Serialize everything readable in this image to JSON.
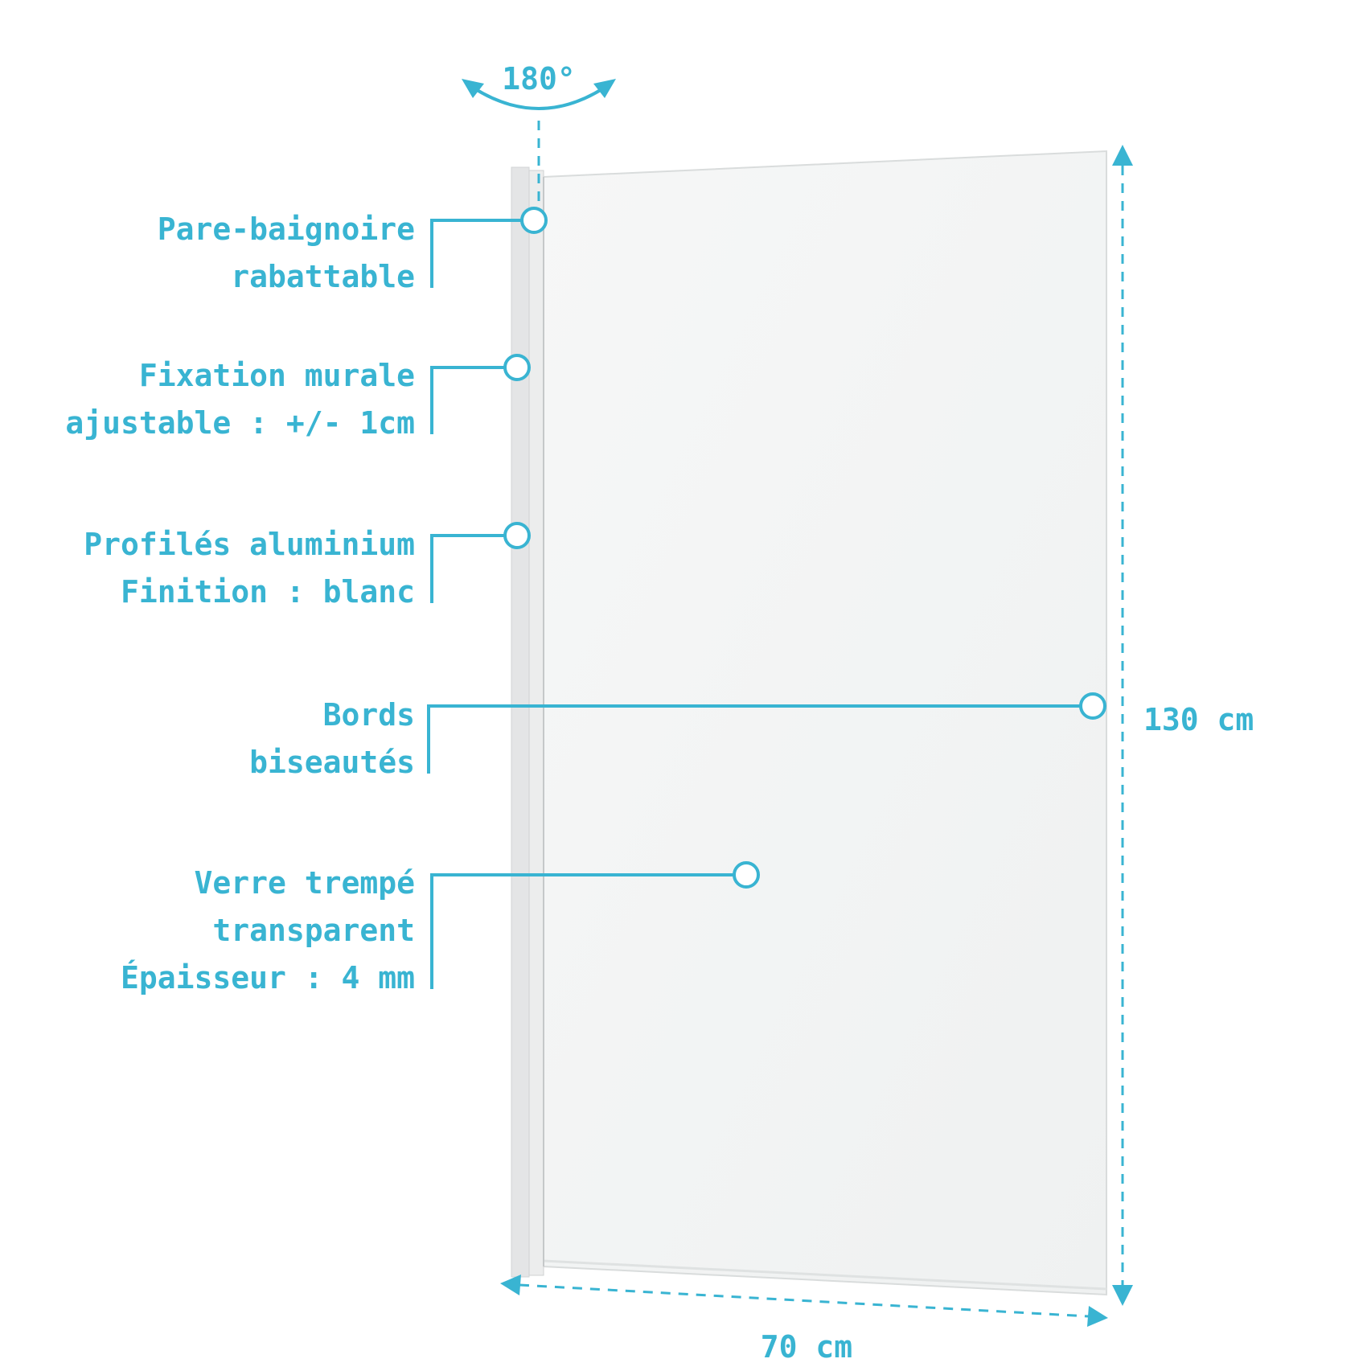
{
  "rotation": {
    "label": "180°"
  },
  "callouts": [
    {
      "id": "hinge",
      "lines": [
        "Pare-baignoire",
        "rabattable"
      ]
    },
    {
      "id": "wall-mount",
      "lines": [
        "Fixation murale",
        "ajustable : +/- 1cm"
      ]
    },
    {
      "id": "profiles",
      "lines": [
        "Profilés aluminium",
        "Finition : blanc"
      ]
    },
    {
      "id": "edges",
      "lines": [
        "Bords",
        "biseautés"
      ]
    },
    {
      "id": "glass",
      "lines": [
        "Verre trempé",
        "transparent",
        "Épaisseur : 4 mm"
      ]
    }
  ],
  "dimensions": {
    "height": "130 cm",
    "width": "70 cm"
  },
  "colors": {
    "accent": "#39b4d2",
    "glass": "#f3f5f5",
    "profile": "#e3e4e5"
  }
}
